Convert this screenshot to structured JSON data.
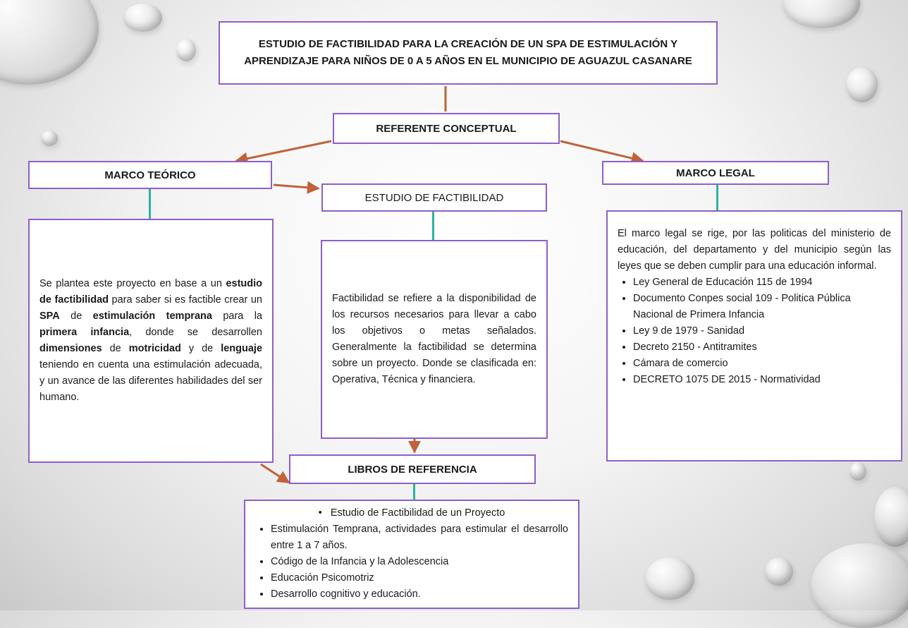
{
  "title": "ESTUDIO DE FACTIBILIDAD PARA LA CREACIÓN DE UN SPA DE ESTIMULACIÓN Y APRENDIZAJE PARA NIÑOS DE 0 A 5 AÑOS EN EL MUNICIPIO DE AGUAZUL CASANARE",
  "referente": "REFERENTE CONCEPTUAL",
  "marco_teorico": {
    "heading": "MARCO TEÓRICO",
    "text": [
      {
        "t": "Se plantea este proyecto en base a un ",
        "b": false
      },
      {
        "t": "estudio de factibilidad",
        "b": true
      },
      {
        "t": " para saber si es factible crear un ",
        "b": false
      },
      {
        "t": "SPA",
        "b": true
      },
      {
        "t": " de ",
        "b": false
      },
      {
        "t": "estimulación temprana",
        "b": true
      },
      {
        "t": " para la ",
        "b": false
      },
      {
        "t": "primera infancia",
        "b": true
      },
      {
        "t": ", donde se desarrollen ",
        "b": false
      },
      {
        "t": "dimensiones",
        "b": true
      },
      {
        "t": " de ",
        "b": false
      },
      {
        "t": "motricidad",
        "b": true
      },
      {
        "t": " y de ",
        "b": false
      },
      {
        "t": "lenguaje",
        "b": true
      },
      {
        "t": " teniendo en cuenta una estimulación adecuada, y un avance de  las diferentes habilidades del ser humano.",
        "b": false
      }
    ]
  },
  "estudio": {
    "heading": "ESTUDIO DE FACTIBILIDAD",
    "text": "Factibilidad se refiere a la disponibilidad de los recursos necesarios para llevar a cabo los objetivos o metas señalados. Generalmente la factibilidad se determina sobre un proyecto. Donde se clasificada en: Operativa, Técnica y financiera."
  },
  "marco_legal": {
    "heading": "MARCO LEGAL",
    "intro": "El marco legal se rige, por las politicas del ministerio de educación, del departamento y del municipio según las leyes que se deben cumplir para una educación informal.",
    "items": [
      "Ley General de Educación 115 de 1994",
      "Documento Conpes social 109 - Politica Pública Nacional de Primera Infancia",
      "Ley 9 de 1979 - Sanidad",
      "Decreto 2150 - Antitramites",
      "Cámara de comercio",
      "DECRETO 1075 DE 2015 - Normatividad"
    ]
  },
  "libros": {
    "heading": "LIBROS DE REFERENCIA",
    "items": [
      "Estudio de Factibilidad de un Proyecto",
      "Estimulación Temprana, actividades para estimular el desarrollo entre 1 a 7 años.",
      "Código de la Infancia y la Adolescencia",
      "Educación Psicomotriz",
      "Desarrollo cognitivo y educación."
    ]
  },
  "colors": {
    "border": "#8f5fc7",
    "arrow": "#c0623a",
    "connector": "#2bb3a0"
  }
}
